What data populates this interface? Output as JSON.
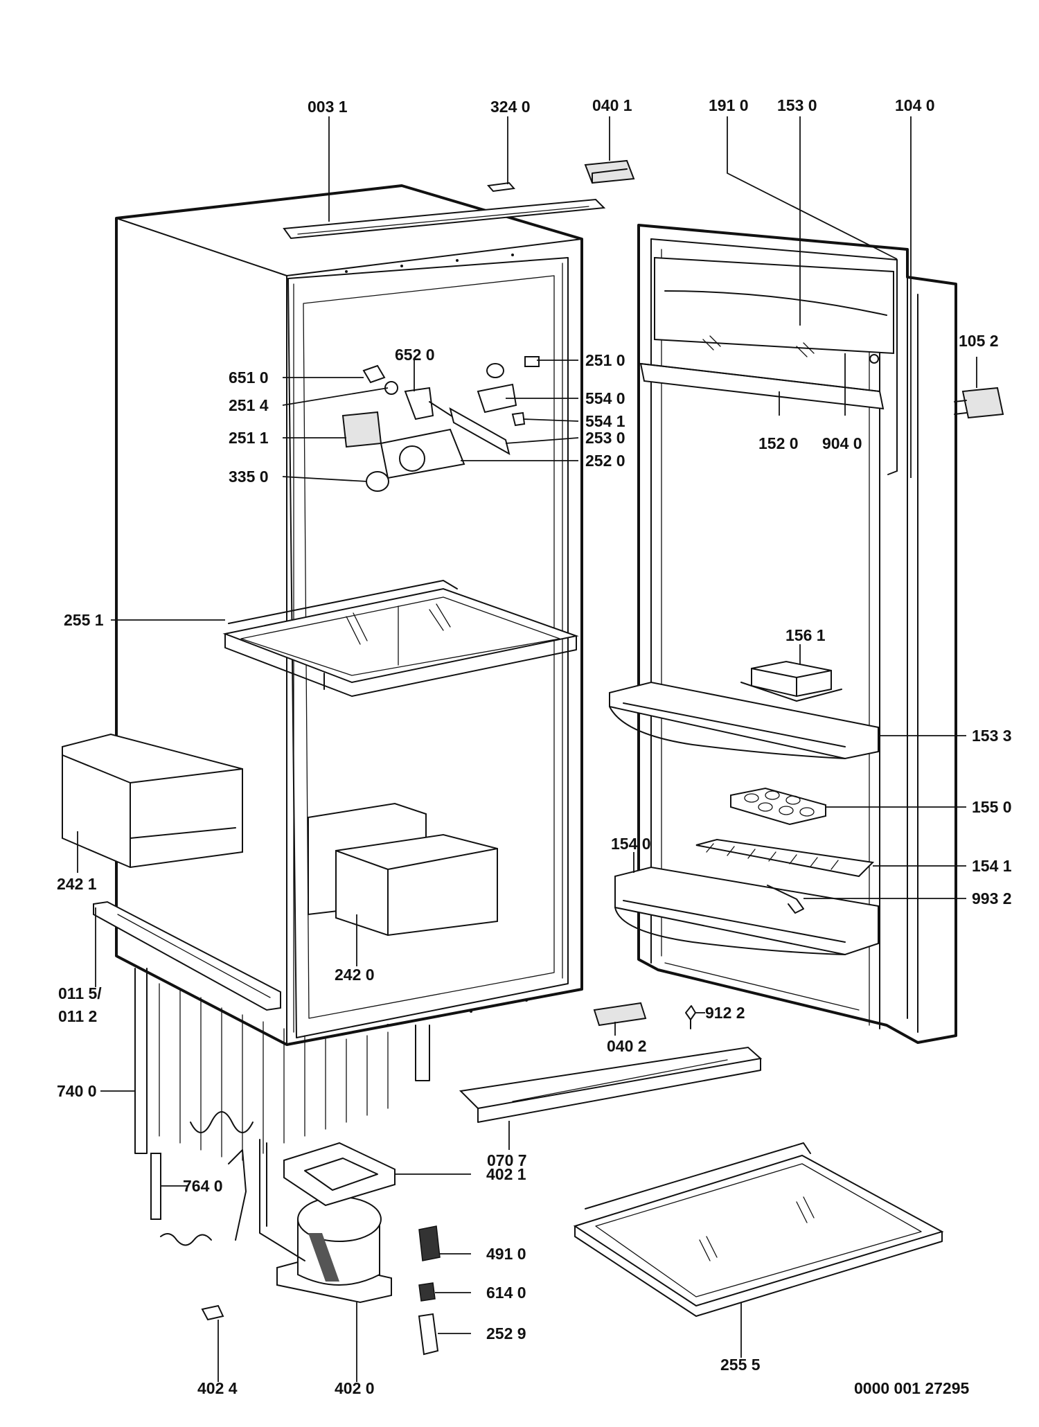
{
  "drawing_number": "0000 001 27295",
  "parts": [
    {
      "id": "003",
      "ref": "003 1"
    },
    {
      "id": "324",
      "ref": "324 0"
    },
    {
      "id": "040a",
      "ref": "040 1"
    },
    {
      "id": "191",
      "ref": "191 0"
    },
    {
      "id": "153a",
      "ref": "153 0"
    },
    {
      "id": "104",
      "ref": "104 0"
    },
    {
      "id": "105",
      "ref": "105 2"
    },
    {
      "id": "652",
      "ref": "652 0"
    },
    {
      "id": "651",
      "ref": "651 0"
    },
    {
      "id": "2514",
      "ref": "251 4"
    },
    {
      "id": "2511",
      "ref": "251 1"
    },
    {
      "id": "335",
      "ref": "335 0"
    },
    {
      "id": "2510",
      "ref": "251 0"
    },
    {
      "id": "5540",
      "ref": "554 0"
    },
    {
      "id": "5541",
      "ref": "554 1"
    },
    {
      "id": "253",
      "ref": "253 0"
    },
    {
      "id": "252",
      "ref": "252 0"
    },
    {
      "id": "152",
      "ref": "152 0"
    },
    {
      "id": "904",
      "ref": "904 0"
    },
    {
      "id": "2551",
      "ref": "255 1"
    },
    {
      "id": "156",
      "ref": "156 1"
    },
    {
      "id": "1533",
      "ref": "153 3"
    },
    {
      "id": "155",
      "ref": "155 0"
    },
    {
      "id": "1540",
      "ref": "154 0"
    },
    {
      "id": "1541",
      "ref": "154 1"
    },
    {
      "id": "993",
      "ref": "993 2"
    },
    {
      "id": "2421",
      "ref": "242 1"
    },
    {
      "id": "2420",
      "ref": "242 0"
    },
    {
      "id": "0115",
      "ref": "011 5/"
    },
    {
      "id": "0112",
      "ref": "011 2"
    },
    {
      "id": "0402",
      "ref": "040 2"
    },
    {
      "id": "912",
      "ref": "912 2"
    },
    {
      "id": "740",
      "ref": "740 0"
    },
    {
      "id": "070",
      "ref": "070 7"
    },
    {
      "id": "4021",
      "ref": "402 1"
    },
    {
      "id": "764",
      "ref": "764 0"
    },
    {
      "id": "491",
      "ref": "491 0"
    },
    {
      "id": "614",
      "ref": "614 0"
    },
    {
      "id": "2529",
      "ref": "252 9"
    },
    {
      "id": "2555",
      "ref": "255 5"
    },
    {
      "id": "4024",
      "ref": "402 4"
    },
    {
      "id": "4020",
      "ref": "402 0"
    }
  ]
}
